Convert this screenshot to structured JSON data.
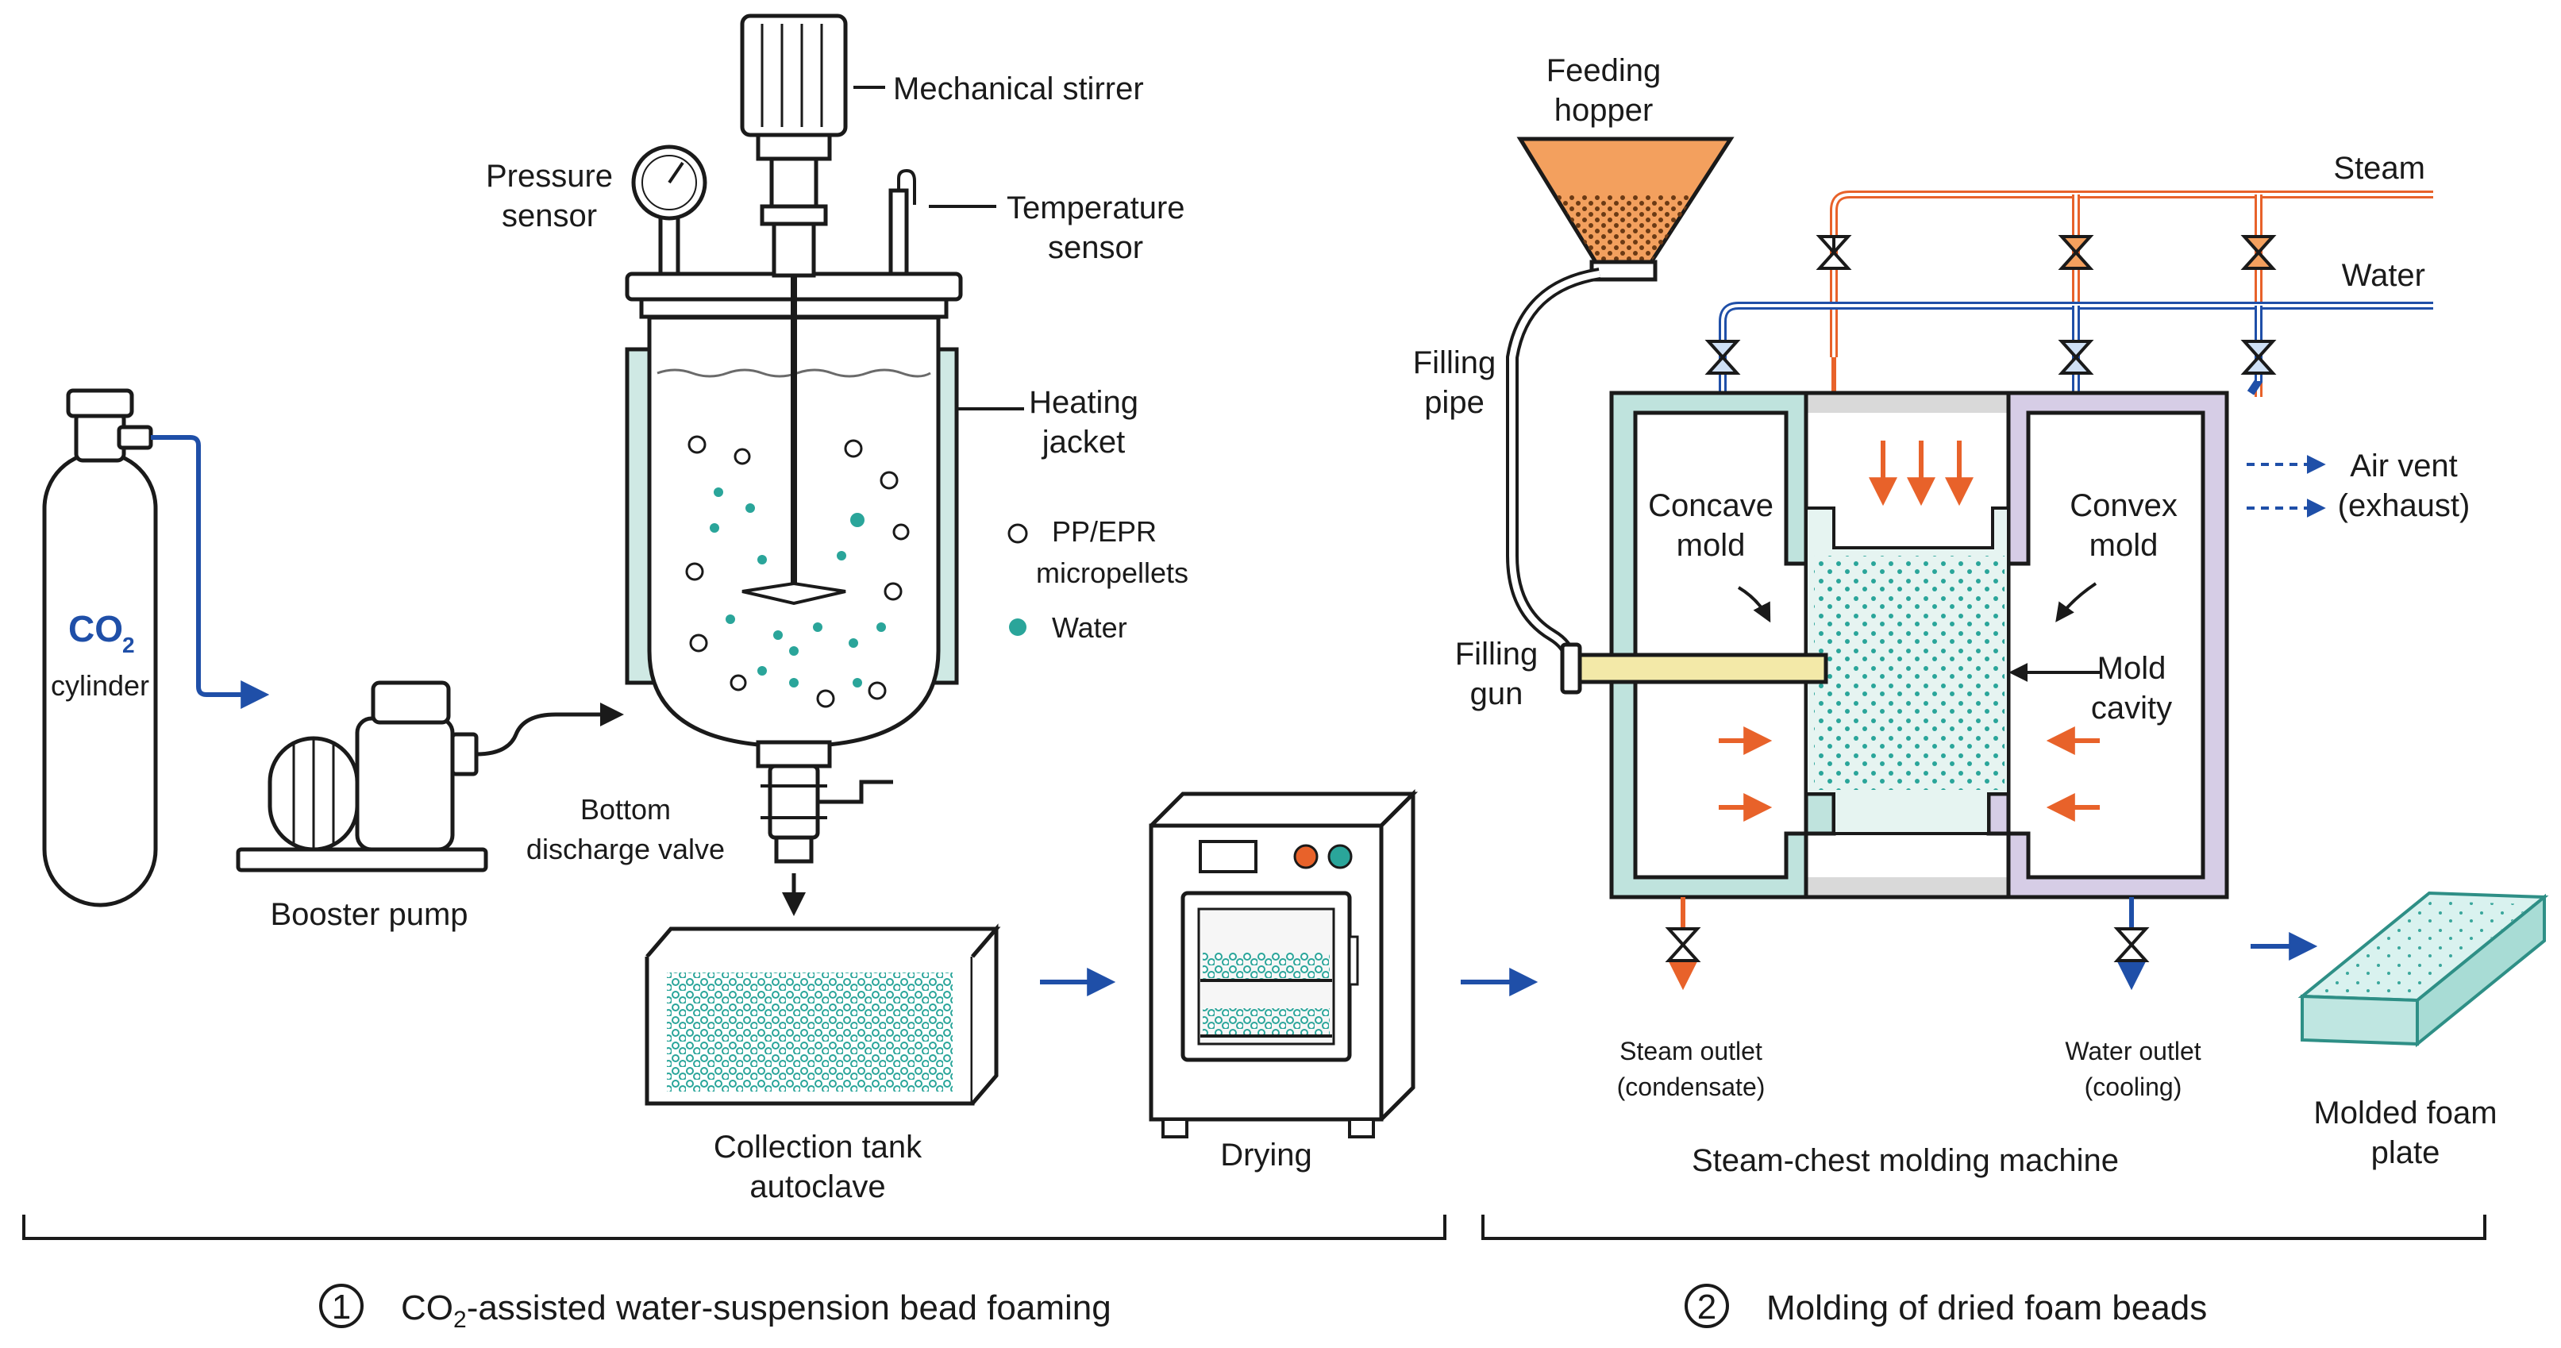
{
  "colors": {
    "steam": "#e8622a",
    "water_line": "#1f4fa8",
    "teal_bead": "#2aa59a",
    "concave_frame": "#bfe3dd",
    "convex_frame": "#d6cde6",
    "hopper": "#f3a05e",
    "filling_gun": "#f3e9a8",
    "jacket": "#cfe9e4"
  },
  "part1": {
    "co2_label": "CO",
    "co2_sub": "2",
    "co2_cylinder": "cylinder",
    "booster_pump": "Booster pump",
    "pressure_sensor_1": "Pressure",
    "pressure_sensor_2": "sensor",
    "mechanical_stirrer": "Mechanical stirrer",
    "temperature_sensor_1": "Temperature",
    "temperature_sensor_2": "sensor",
    "heating_jacket_1": "Heating",
    "heating_jacket_2": "jacket",
    "legend_pellets_1": "PP/EPR",
    "legend_pellets_2": "micropellets",
    "legend_water": "Water",
    "bottom_valve_1": "Bottom",
    "bottom_valve_2": "discharge valve",
    "collection_1": "Collection tank",
    "collection_2": "autoclave",
    "drying": "Drying"
  },
  "part2": {
    "feeding_hopper_1": "Feeding",
    "feeding_hopper_2": "hopper",
    "filling_pipe_1": "Filling",
    "filling_pipe_2": "pipe",
    "filling_gun_1": "Filling",
    "filling_gun_2": "gun",
    "steam": "Steam",
    "water": "Water",
    "concave_1": "Concave",
    "concave_2": "mold",
    "convex_1": "Convex",
    "convex_2": "mold",
    "air_vent_1": "Air vent",
    "air_vent_2": "(exhaust)",
    "mold_cavity_1": "Mold",
    "mold_cavity_2": "cavity",
    "steam_outlet_1": "Steam outlet",
    "steam_outlet_2": "(condensate)",
    "water_outlet_1": "Water outlet",
    "water_outlet_2": "(cooling)",
    "machine": "Steam-chest molding machine",
    "foam_plate_1": "Molded foam",
    "foam_plate_2": "plate"
  },
  "sections": {
    "s1_number": "1",
    "s1_pre": "CO",
    "s1_sub": "2",
    "s1_post": "-assisted water-suspension bead foaming",
    "s2_number": "2",
    "s2_text": "Molding of dried foam beads"
  }
}
